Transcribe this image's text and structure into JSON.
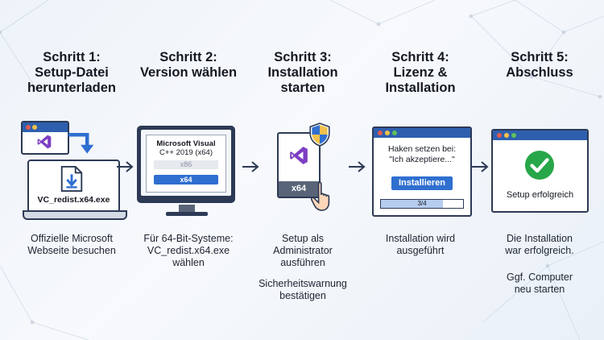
{
  "steps": [
    {
      "title_lines": [
        "Schritt 1:",
        "Setup-Datei",
        "herunterladen"
      ],
      "desc_lines": [
        "Offizielle Microsoft",
        "Webseite besuchen"
      ],
      "file_label": "VC_redist.x64.exe"
    },
    {
      "title_lines": [
        "Schritt 2:",
        "Version wählen"
      ],
      "desc_lines": [
        "Für 64-Bit-Systeme:",
        "VC_redist.x64.exe",
        "wählen"
      ],
      "dialog_title_lines": [
        "Microsoft Visual",
        "C++ 2019 (x64)"
      ],
      "option_x86": "x86",
      "option_x64": "x64"
    },
    {
      "title_lines": [
        "Schritt 3:",
        "Installation",
        "starten"
      ],
      "desc_lines": [
        "Setup als",
        "Administrator",
        "ausführen"
      ],
      "desc2_lines": [
        "Sicherheitswarnung",
        "bestätigen"
      ],
      "badge": "x64"
    },
    {
      "title_lines": [
        "Schritt 4:",
        "Lizenz &",
        "Installation"
      ],
      "desc_lines": [
        "Installation wird",
        "ausgeführt"
      ],
      "dialog_lines": [
        "Haken setzen bei:",
        "\"Ich akzeptiere...\""
      ],
      "button": "Installieren",
      "progress_label": "3/4",
      "progress": 0.75
    },
    {
      "title_lines": [
        "Schritt 5:",
        "Abschluss"
      ],
      "desc_lines": [
        "Die Installation",
        "war erfolgreich."
      ],
      "desc2_lines": [
        "Ggf. Computer",
        "neu starten"
      ],
      "status": "Setup erfolgreich"
    }
  ],
  "colors": {
    "accent": "#2f6fd0",
    "titlebar": "#2e5fae",
    "vs_purple": "#7c3fc2",
    "success": "#27a64a",
    "outline": "#2d3a55"
  },
  "icons": [
    "visual-studio-icon",
    "download-arrow-icon",
    "file-download-icon",
    "monitor-icon",
    "shield-icon",
    "hand-pointer-icon",
    "checkmark-icon",
    "arrow-right-icon"
  ]
}
